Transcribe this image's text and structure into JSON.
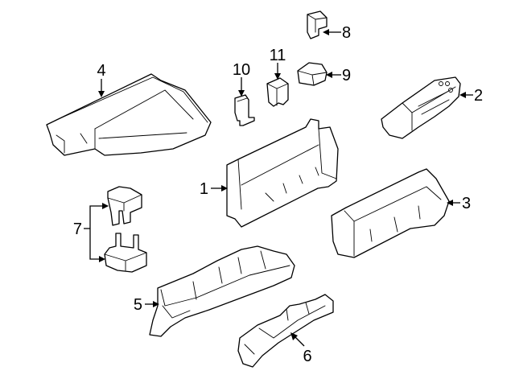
{
  "callouts": {
    "p1": "1",
    "p2": "2",
    "p3": "3",
    "p4": "4",
    "p5": "5",
    "p6": "6",
    "p7": "7",
    "p8": "8",
    "p9": "9",
    "p10": "10",
    "p11": "11"
  }
}
